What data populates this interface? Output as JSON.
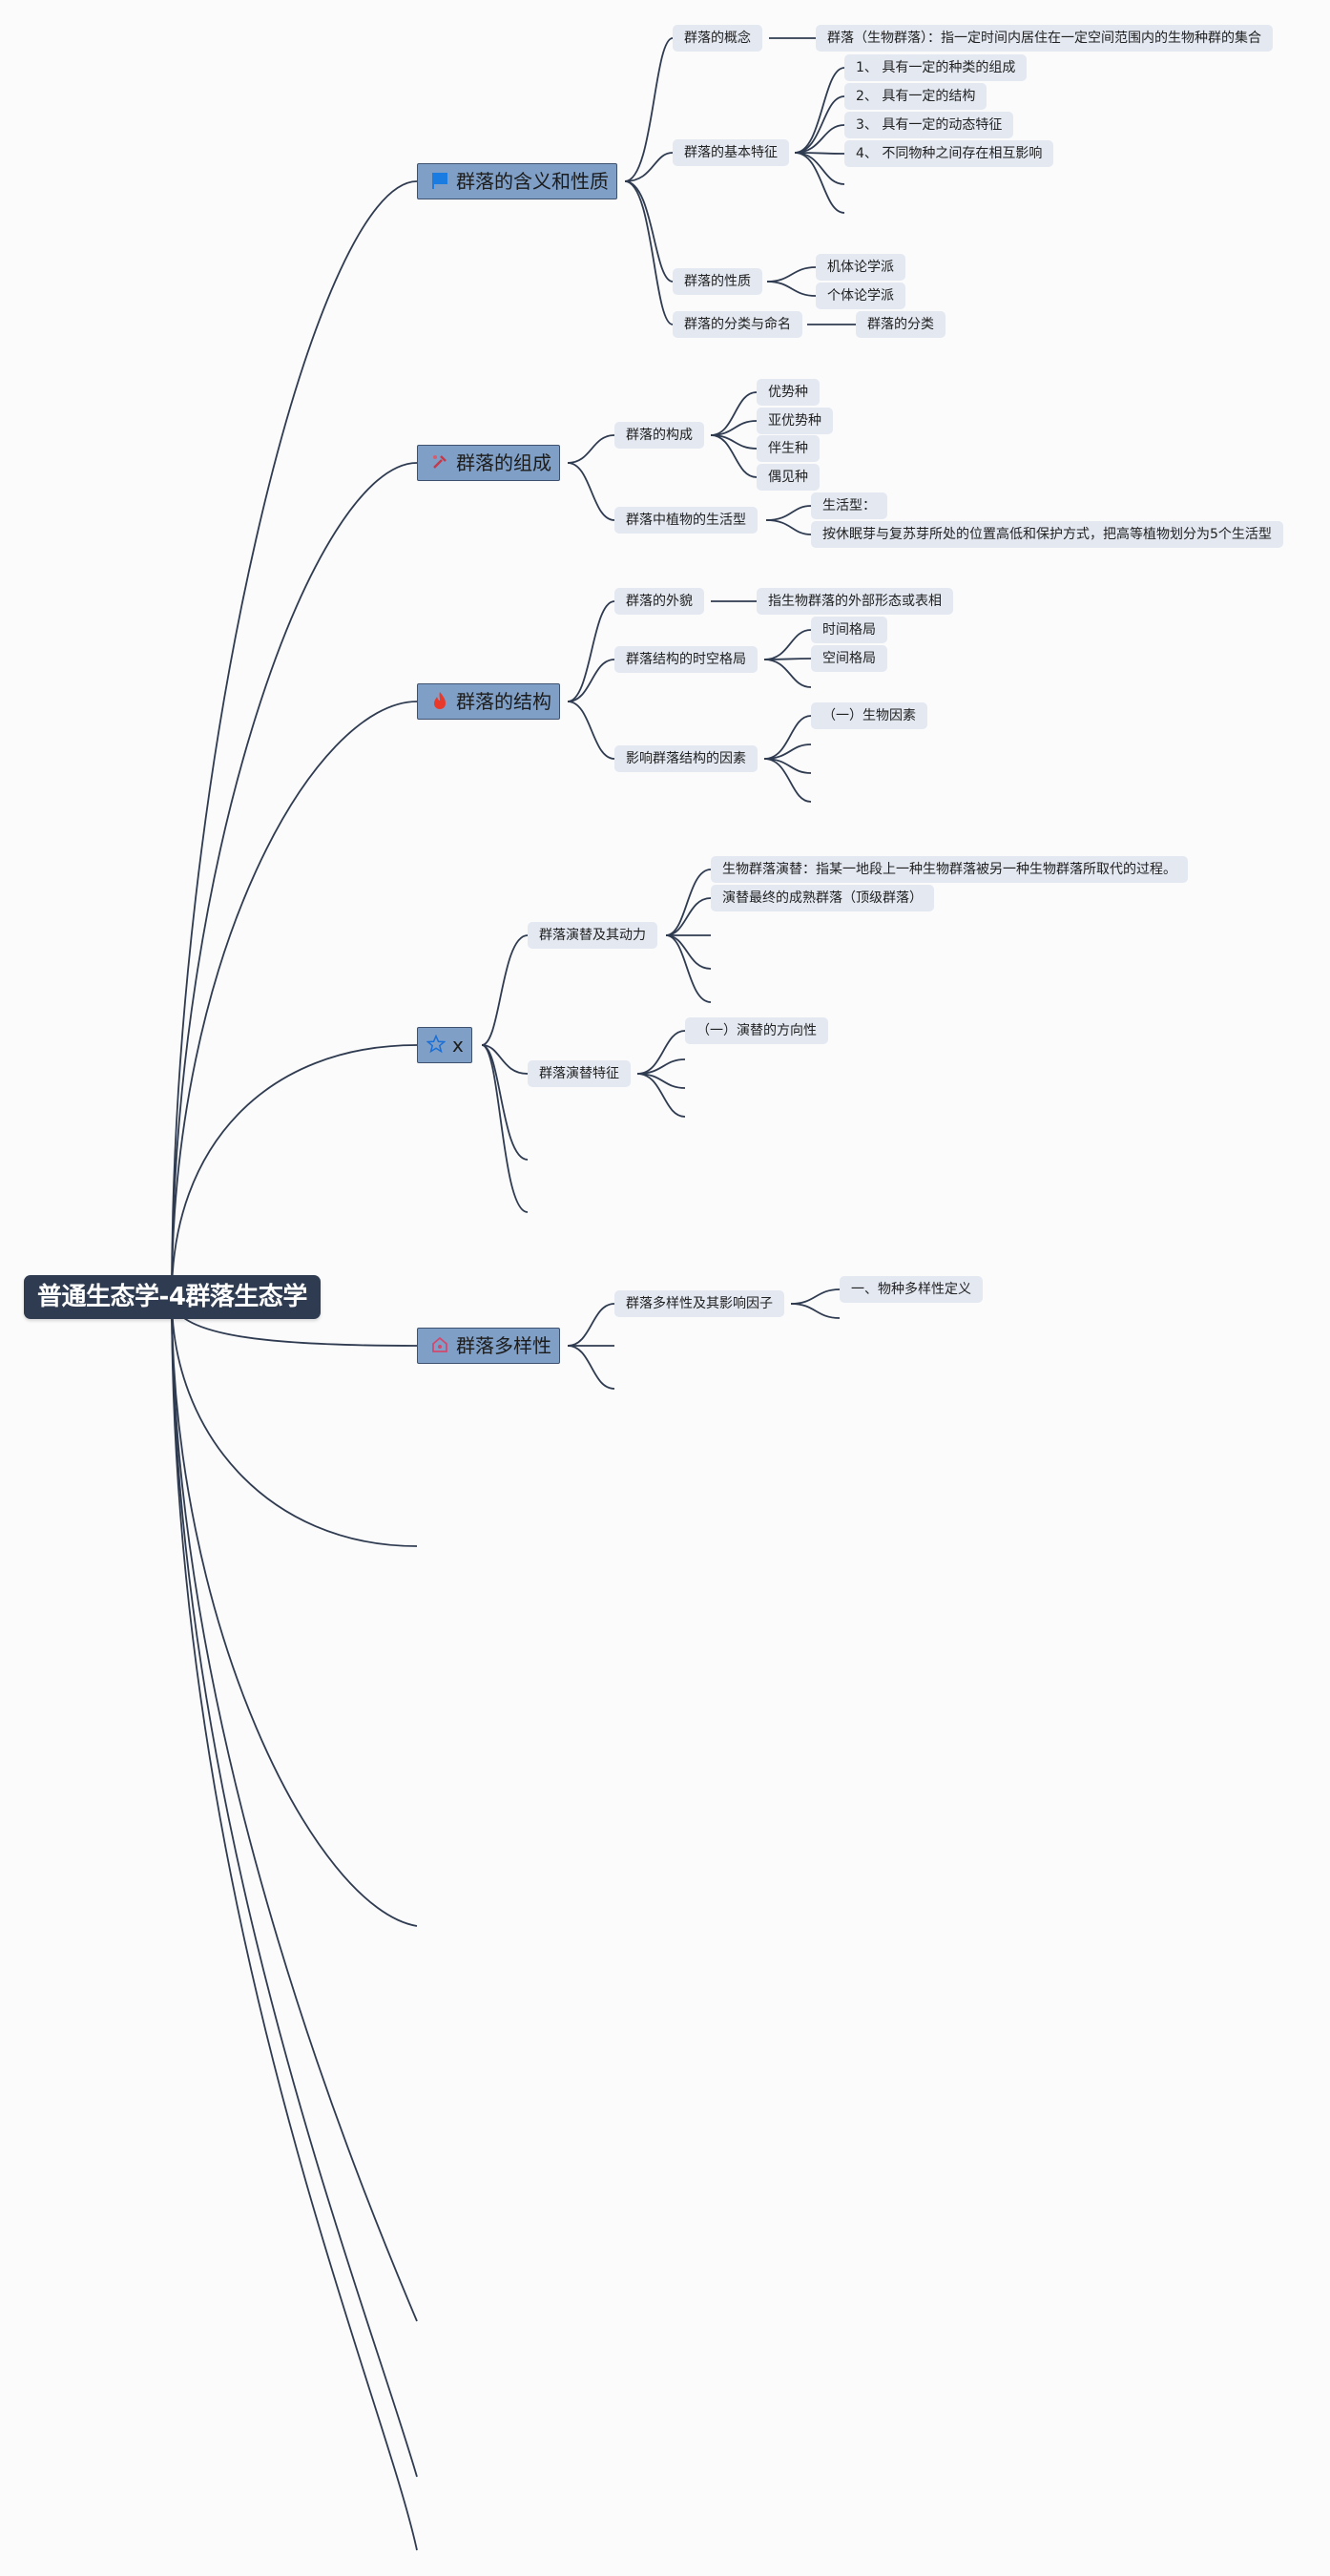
{
  "root": {
    "title": "普通生态学-4群落生态学"
  },
  "branches": {
    "b1": {
      "title": "群落的含义和性质",
      "icon": "blue-flag-icon",
      "concept": {
        "label": "群落的概念",
        "child": "群落（生物群落）：指一定时间内居住在一定空间范围内的生物种群的集合"
      },
      "features": {
        "label": "群落的基本特征",
        "items": [
          "1、 具有一定的种类的组成",
          "2、 具有一定的结构",
          "3、 具有一定的动态特征",
          "4、 不同物种之间存在相互影响"
        ]
      },
      "nature": {
        "label": "群落的性质",
        "items": [
          "机体论学派",
          "个体论学派"
        ]
      },
      "classification": {
        "label": "群落的分类与命名",
        "child": "群落的分类"
      }
    },
    "b2": {
      "title": "群落的组成",
      "icon": "tools-icon",
      "composition": {
        "label": "群落的构成",
        "items": [
          "优势种",
          "亚优势种",
          "伴生种",
          "偶见种"
        ]
      },
      "lifeform": {
        "label": "群落中植物的生活型",
        "items": [
          "生活型：",
          "按休眠芽与复苏芽所处的位置高低和保护方式，把高等植物划分为5个生活型"
        ]
      }
    },
    "b3": {
      "title": "群落的结构",
      "icon": "fire-icon",
      "appearance": {
        "label": "群落的外貌",
        "child": "指生物群落的外部形态或表相"
      },
      "pattern": {
        "label": "群落结构的时空格局",
        "items": [
          "时间格局",
          "空间格局"
        ]
      },
      "factors": {
        "label": "影响群落结构的因素",
        "items": [
          "（一）生物因素"
        ]
      }
    },
    "b4": {
      "title": "x",
      "icon": "star-icon",
      "succession": {
        "label": "群落演替及其动力",
        "items": [
          "生物群落演替：指某一地段上一种生物群落被另一种生物群落所取代的过程。",
          "演替最终的成熟群落（顶级群落）"
        ]
      },
      "features": {
        "label": "群落演替特征",
        "items": [
          "（一）演替的方向性"
        ]
      }
    },
    "b5": {
      "title": "群落多样性",
      "icon": "home-icon",
      "diversity": {
        "label": "群落多样性及其影响因子",
        "items": [
          "一、物种多样性定义"
        ]
      }
    }
  },
  "colors": {
    "line": "#2f3b50",
    "main_fill": "#7f9fc6",
    "sub_fill": "#e3e8f1",
    "root_fill": "#2f3b50"
  }
}
